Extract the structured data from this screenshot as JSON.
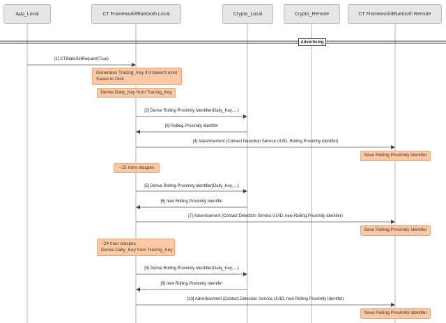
{
  "participants": {
    "app_local": "App_Local",
    "ct_local": "CT Framework/Bluetooth Local",
    "crypto_local": "Crypto_Local",
    "crypto_remote": "Crypto_Remote",
    "ct_remote": "CT Framework/Bluetooth Remote"
  },
  "divider": {
    "label": "Advertising"
  },
  "messages": {
    "m1": "[1] CTStateSetRequest(True)",
    "m2": "[2] Derive Rolling Proximity Identifier(Daily_Key, ...)",
    "m3": "[3] Rolling Proximity Identifer",
    "m4": "[4] Advertisement (Contact Detection Service UUID, Rolling Proximity Identifer)",
    "m5": "[5] Derive Rolling Proximity Identifier(Daily_Key, ...)",
    "m6": "[6] new Rolling Proximity Identifer",
    "m7": "[7] Advertisement (Contact Detection Service UUID, new Rolling Proximity Identifer)",
    "m8": "[8] Derive Rolling Proximity Identifier(Daily_Key, ...)",
    "m9": "[9] new Rolling Proximity Identifer",
    "m10": "[10] Advertisement (Contact Detection Service UUID, new Rolling Proximity Identifer)"
  },
  "notes": {
    "n1_line1": "Generates Tracing_Key if it doesn't exist",
    "n1_line2": "Saves to Disk",
    "n2": "Derive Daily_Key from Tracing_Key",
    "n3": "Save Rolling Proximity Identifer",
    "n4": "~15 mins elaspes",
    "n5": "Save Rolling Proximity Identifer",
    "n6_line1": "~24 hour elaspes",
    "n6_line2": "Derive Daily_Key from Tracing_Key",
    "n7": "Save Rolling Proximity Identifer"
  },
  "colors": {
    "note_fill": "#fdc9a5",
    "participant_fill": "#e6e6e6",
    "lifeline": "#b5b5b5",
    "arrow": "#555555"
  }
}
